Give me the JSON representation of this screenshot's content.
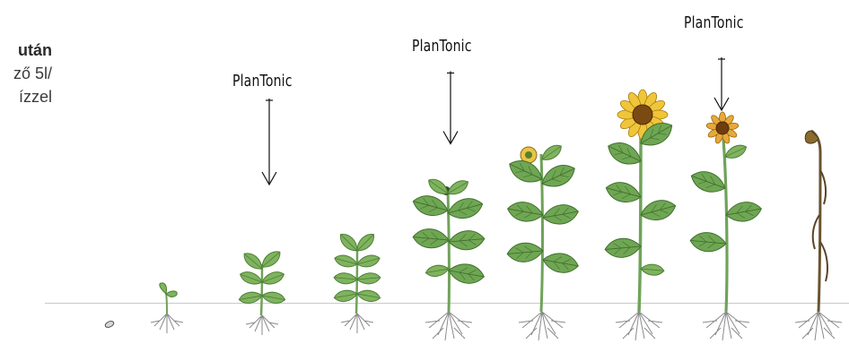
{
  "left_text": {
    "line1": "után",
    "line2": "ző 5l/",
    "line3": "ízzel"
  },
  "labels": [
    {
      "text": "PlanTonic"
    },
    {
      "text": "PlanTonic"
    },
    {
      "text": "PlanTonic"
    }
  ],
  "colors": {
    "leaf": "#5f9a45",
    "leaf_light": "#9cc97a",
    "stem": "#6fa35a",
    "root": "#8a8a8a",
    "petal": "#e0b21b",
    "center": "#7a4a12",
    "wilt": "#6a5330",
    "ground": "#c9c9c9"
  },
  "icons": {
    "arrow": "down-arrow-icon",
    "seed": "seed-icon"
  }
}
